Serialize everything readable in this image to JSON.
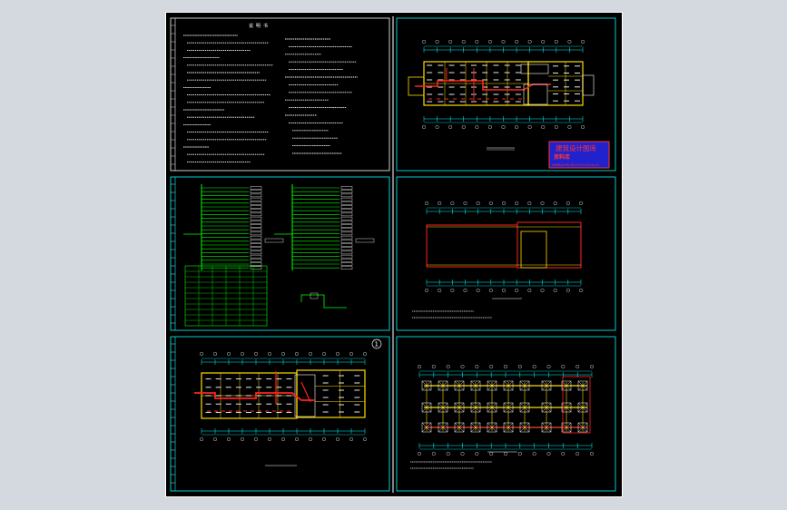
{
  "app": {
    "background_color": "#d4d8df",
    "canvas_color": "#000000",
    "frame_color": "#00ffff",
    "grid_color": "#ffffff"
  },
  "sheets": [
    {
      "id": "design-notes",
      "kind": "notes",
      "title": "说 明 书"
    },
    {
      "id": "ground-floor-lighting-plan",
      "kind": "plan"
    },
    {
      "id": "distribution-diagram",
      "kind": "diagram"
    },
    {
      "id": "roof-lightning-plan",
      "kind": "plan"
    },
    {
      "id": "first-floor-lighting-plan",
      "kind": "plan",
      "marker": "1"
    },
    {
      "id": "foundation-grounding-plan",
      "kind": "plan"
    }
  ],
  "stamp": {
    "line1": "建筑设计图库",
    "line2": "资料库",
    "footer": "各种建筑设计资料下载 大全 www.zhulong.com",
    "bg_color": "#2222cc",
    "text_color": "#ff3333"
  },
  "colors": {
    "wall": "#ffdd00",
    "wire": "#ff2222",
    "fixture": "#ffffff",
    "diagram_line": "#00ff00",
    "dim": "#00ffff",
    "text": "#ffffff"
  }
}
